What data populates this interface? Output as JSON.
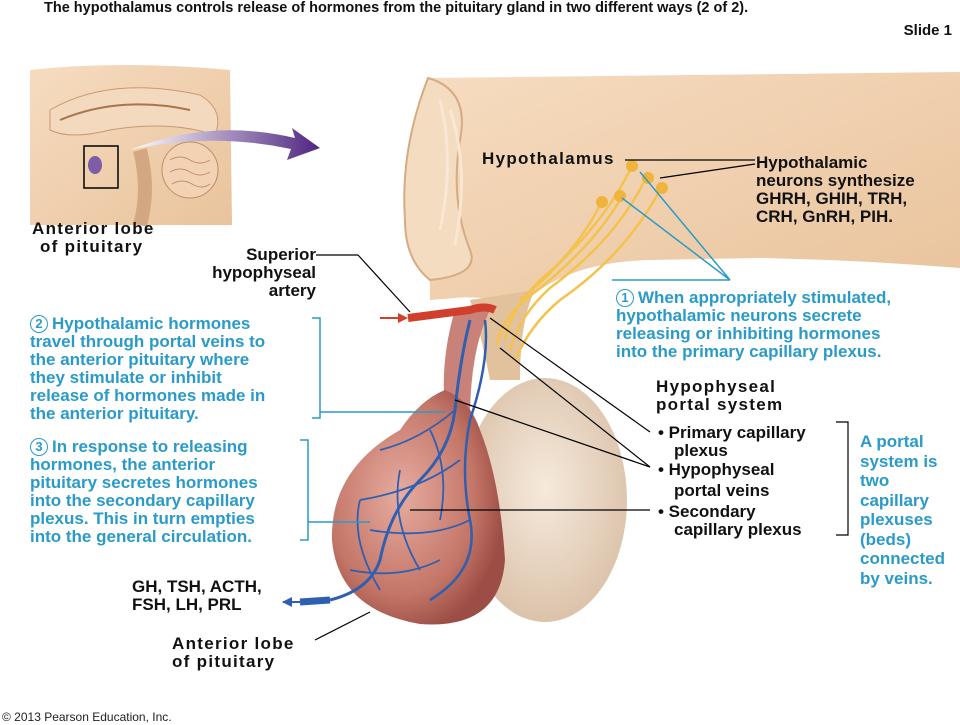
{
  "title": "The hypothalamus controls release of hormones from the pituitary gland in two different ways (2 of 2).",
  "slide": "Slide 1",
  "copyright": "© 2013 Pearson Education, Inc.",
  "labels": {
    "anterior_lobe_top": [
      "Anterior lobe",
      "of pituitary"
    ],
    "superior_artery": [
      "Superior",
      "hypophyseal",
      "artery"
    ],
    "hypothalamus": "Hypothalamus",
    "hypothalamic_neurons": [
      "Hypothalamic",
      "neurons synthesize",
      "GHRH, GHIH, TRH,",
      "CRH, GnRH, PIH."
    ],
    "portal_system_heading": [
      "Hypophyseal",
      "portal system"
    ],
    "primary_plexus": [
      "• Primary capillary",
      "plexus"
    ],
    "portal_veins": [
      "• Hypophyseal",
      "portal veins"
    ],
    "secondary_plexus": [
      "• Secondary",
      "capillary plexus"
    ],
    "hormones": [
      "GH, TSH, ACTH,",
      "FSH, LH, PRL"
    ],
    "anterior_lobe_bottom": [
      "Anterior lobe",
      "of pituitary"
    ]
  },
  "steps": {
    "step1": {
      "number": "1",
      "lines": [
        "When appropriately stimulated,",
        "hypothalamic neurons secrete",
        "releasing or inhibiting hormones",
        "into the primary capillary plexus."
      ]
    },
    "step2": {
      "number": "2",
      "lines": [
        "Hypothalamic hormones",
        "travel through portal veins to",
        "the anterior pituitary where",
        "they stimulate or inhibit",
        "release of hormones made in",
        "the anterior pituitary."
      ]
    },
    "step3": {
      "number": "3",
      "lines": [
        "In response to releasing",
        "hormones, the anterior",
        "pituitary secretes hormones",
        "into the secondary capillary",
        "plexus. This in turn empties",
        "into the general circulation."
      ]
    }
  },
  "portal_note": [
    "A portal",
    "system is",
    "two",
    "capillary",
    "plexuses",
    "(beds)",
    "connected",
    "by veins."
  ],
  "colors": {
    "label_blue": "#2a9bc8",
    "brain_tan": "#f0cfa8",
    "gland_red": "#c97e72",
    "posterior_lobe": "#ecd8c4",
    "vessel_blue": "#2f5fb0",
    "artery_red": "#d0402c",
    "arrow_purple": "#5a2d82"
  }
}
